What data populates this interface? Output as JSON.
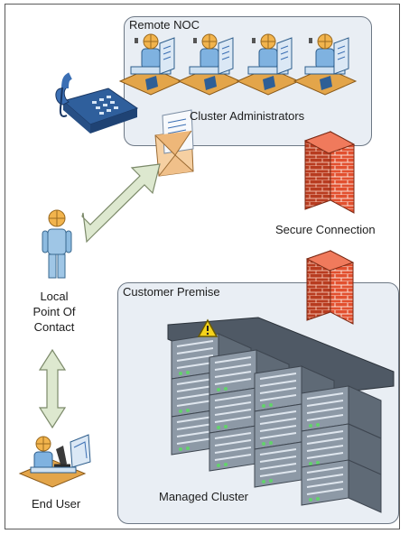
{
  "regions": {
    "remote_noc": "Remote NOC",
    "customer_premise": "Customer Premise"
  },
  "labels": {
    "cluster_administrators": "Cluster Administrators",
    "secure_connection": "Secure Connection",
    "local_contact_line1": "Local",
    "local_contact_line2": "Point Of",
    "local_contact_line3": "Contact",
    "end_user": "End User",
    "managed_cluster": "Managed Cluster"
  },
  "icons": {
    "phone": "telephone-icon",
    "email": "envelope-icon",
    "firewall": "firewall-icon",
    "admin": "admin-workstation-icon",
    "person": "person-icon",
    "server": "server-rack-icon",
    "warning": "warning-icon"
  },
  "colors": {
    "region_fill": "#e9eef4",
    "phone_blue": "#3b6fb4",
    "firewall_red": "#e2502f",
    "person_blue": "#9fc6e6",
    "server_gray": "#7f8a96",
    "warning_yellow": "#f5d31c"
  }
}
